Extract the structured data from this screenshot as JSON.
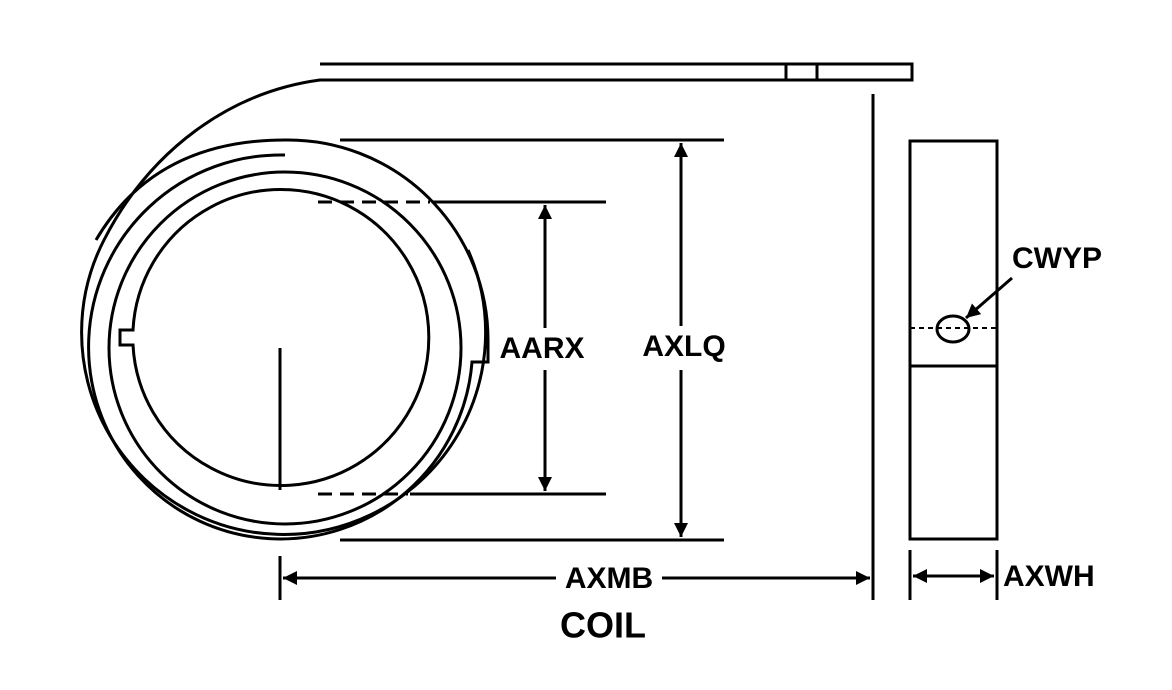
{
  "labels": {
    "inner_diameter": "AARX",
    "outer_diameter": "AXLQ",
    "overall_length": "AXMB",
    "width": "AXWH",
    "hole": "CWYP",
    "title": "COIL"
  },
  "colors": {
    "ink": "#000000",
    "background": "#ffffff"
  }
}
